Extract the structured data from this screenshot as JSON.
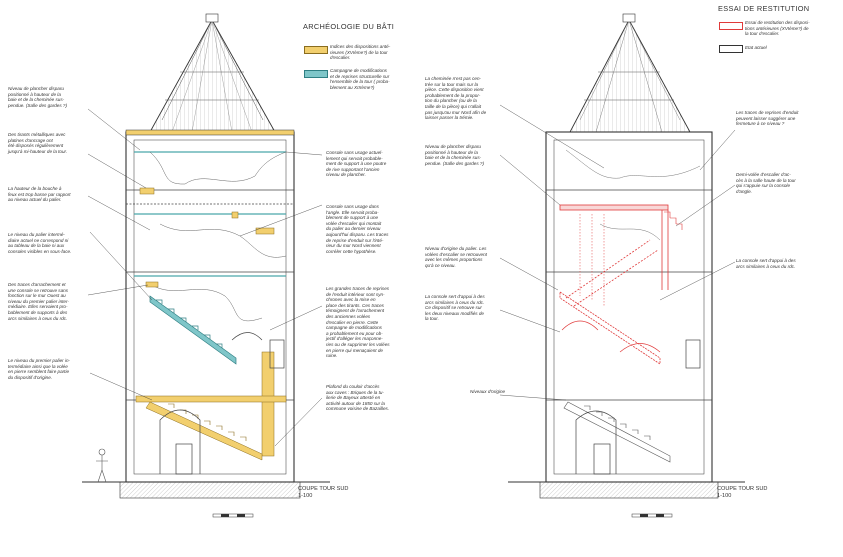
{
  "left_panel": {
    "legend_title": "ARCHÉOLOGIE DU BÂTI",
    "legend_items": [
      {
        "color": "#f2cf6e",
        "text": "Indices des dispositions anté-\nrieures (XVIème?) de la tour\nd'escalier."
      },
      {
        "color": "#7fc6c9",
        "text": "Campagne de modifications\net de reprises structurelle sur\nl'ensemble de la tour ( proba-\nblement au XIXème?)"
      }
    ],
    "notes_left": [
      "Niveau de plancher disparu\npositionné à hauteur de la\nbaie et de la cheminée sus-\npendue. (Salle des gardes ?)",
      "Des tirants métalliques avec\nplatines d'ancrage ont\nété disposés régulièrement\njusqu'à mi-hauteur de la tour.",
      "La hauteur de la bouche à\nfeux est trop basse par rapport\nau niveau actuel du palier.",
      "Le niveau du palier intermé-\ndiaire actuel ne correspond ni\nau tableau de la baie ni aux\nconsoles visibles en sous-face.",
      "Des traces d'arrachement et\nune console se retrouve sans\nfonction sur le mur Ouest au\nniveau du premier palier inter-\nmédiaire. Elles servaient pro-\nbablement de supports à des\narcs similaires à ceux du rdc.",
      "Le niveau du premier palier in-\ntermédiaire ainsi que la volée\nen pierre semblent faire partie\ndu dispositif d'origine."
    ],
    "notes_right": [
      "Console sans usage actuel-\nlement qui servait probable-\nment de support à une poutre\nde rive supportant l'ancien\nniveau de plancher.",
      "Console sans usage dans\nl'angle. Elle servait proba-\nblement de support à une\nvolée d'escalier qui montait\ndu palier au dernier niveau\naujourd'hui disparu. Les traces\nde reprise d'enduit sur l'inté-\nrieur du mur Nord viennent\ncorréler cette hypothèse.",
      "Les grandes traces de reprises\nde l'enduit intérieur sont syn-\nchrones avec la mise en\nplace des tirants. Ces traces\ntémoignent de l'arrachement\ndes anciennes volées\nd'escalier en pierre. Cette\ncampagne de modifications\na probablement eu pour ob-\njectif d'alléger les maçonne-\nries ou de supprimer les volées\nen pierre qui menaçaient de\nruine.",
      "Plafond du couloir d'accès\naux caves : Briques de la tu-\nilerie de Bayeux attesté en\nactivité autour de 1850 sur la\ncommune voisine de Bazailles."
    ],
    "caption": "COUPE TOUR SUD\n1-100"
  },
  "right_panel": {
    "legend_title": "ESSAI DE RESTITUTION",
    "legend_items": [
      {
        "color": "#e03a3a",
        "text": "Essai de restitution des disposi-\ntions antérieures (XVIème?) de\nla tour d'escalier."
      },
      {
        "color": "#333333",
        "text": "Etat actuel"
      }
    ],
    "notes_left": [
      "La cheminée n'est pas cen-\ntrée sur la tour mais sur la\npièce. Cette disposition vient\nprobablement de la propor-\ntion du plancher (ou de la\ntaille de la pièce) qui n'allait\npas jusqu'au mur Nord afin de\nlaisser passer la trémie.",
      "Niveau de plancher disparu\npositionné à hauteur de la\nbaie et de la cheminée sus-\npendue. (Salle des gardes ?)",
      "Niveau d'origine du palier. Les\nvolées d'escalier se retrouvent\navec les mêmes proportions\nqu'à ce niveau.",
      "La console sert d'appui à des\narcs similaires à ceux du rdc.\nCe dispositif se retrouve sur\nles deux niveaux modifiés de\nla tour.",
      "Niveaux d'origine"
    ],
    "notes_right": [
      "Les traces de reprises d'enduit\npeuvent laisser suggérer une\nfermeture à ce niveau ?",
      "Demi-volée d'escalier d'ac-\ncès à la salle haute de la tour\nqui s'appuie sur la console\nd'angle.",
      "La console sert d'appui à des\narcs similaires à ceux du rdc."
    ],
    "caption": "COUPE TOUR SUD\n1-100"
  },
  "colors": {
    "yellow": "#f2cf6e",
    "teal": "#7fc6c9",
    "red": "#e03a3a",
    "line": "#3a3a3a"
  }
}
